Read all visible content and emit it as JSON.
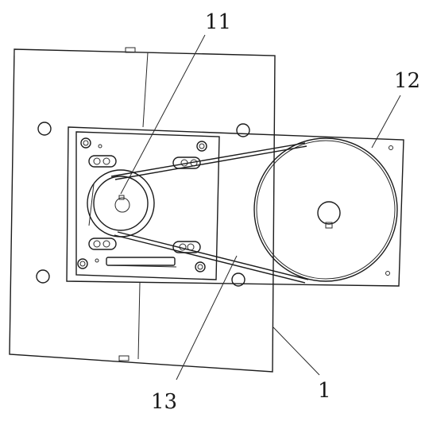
{
  "labels": {
    "pulley_small": "11",
    "pulley_large": "12",
    "belt": "13",
    "frame": "1"
  }
}
